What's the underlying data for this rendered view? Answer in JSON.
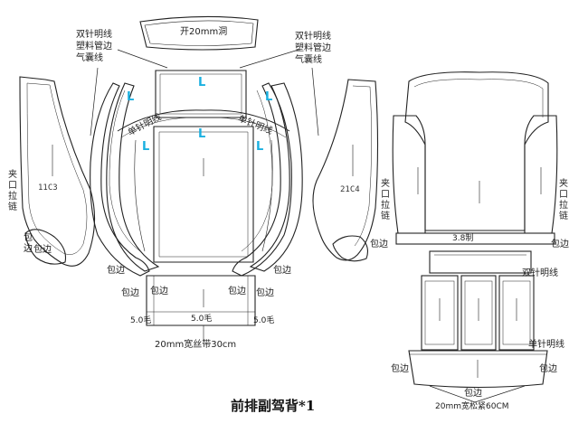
{
  "title": "前排副驾背*1",
  "top_piece": {
    "label": "开20mm洞"
  },
  "callouts": {
    "left": [
      "双针明线",
      "塑料管边",
      "气囊线"
    ],
    "right": [
      "双针明线",
      "塑料管边",
      "气囊线"
    ]
  },
  "codes": {
    "left_panel": "11C3",
    "right_panel": "21C4"
  },
  "vertical_labels": {
    "left_zipper": "夹口拉链",
    "left_binding": "包边",
    "right_zipper_a": "夹口拉链",
    "right_zipper_b": "夹口拉链"
  },
  "marks": [
    "L",
    "L",
    "L",
    "L",
    "L",
    "L"
  ],
  "curved_labels": {
    "left": "单针明线",
    "right": "单针明线"
  },
  "binding_labels": [
    "包边",
    "包边",
    "包边",
    "包边",
    "包边",
    "包边",
    "包边",
    "包边",
    "包边",
    "包边",
    "包边",
    "包边"
  ],
  "bottom_center": {
    "measure_left": "5.0毛",
    "measure_mid": "5.0毛",
    "measure_right": "5.0毛",
    "strap": "20mm宽丝带30cm"
  },
  "right_assembly": {
    "strip_label": "3.8制",
    "double_stitch": "双针明线",
    "single_stitch": "单针明线",
    "elastic": "20mm宽松紧60CM"
  }
}
